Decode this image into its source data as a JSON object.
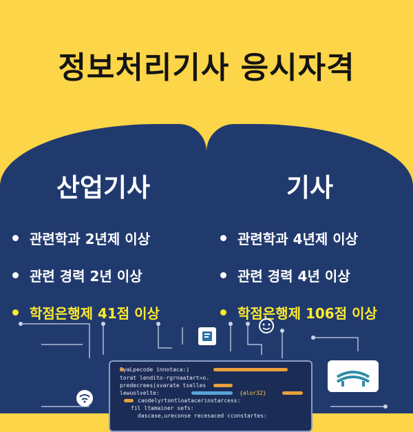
{
  "title": "정보처리기사 응시자격",
  "left": {
    "heading": "산업기사",
    "items": [
      {
        "text": "관련학과 2년제 이상",
        "highlight": false
      },
      {
        "text": "관련 경력 2년 이상",
        "highlight": false
      },
      {
        "text": "학점은행제 41점 이상",
        "highlight": true
      }
    ]
  },
  "right": {
    "heading": "기사",
    "items": [
      {
        "text": "관련학과 4년제 이상",
        "highlight": false
      },
      {
        "text": "관련 경력 4년 이상",
        "highlight": false
      },
      {
        "text": "학점은행제 106점 이상",
        "highlight": true
      }
    ]
  },
  "illustration": {
    "code_lines": [
      "SyaLpecode innotaca:)",
      "torat lendito-rgrnaatart=o.",
      "predecrees(svarate tselles",
      "lewuolvelte:",
      "caodelyrtontloatacerinstarcess:",
      "fil ltamainer sefs:",
      "dascase,ureconse recesaced cconstartes:"
    ],
    "code_tag": "{alor32}"
  },
  "colors": {
    "background": "#fdd548",
    "panel": "#213a6e",
    "highlight": "#ffeb2e",
    "text": "#ffffff"
  }
}
